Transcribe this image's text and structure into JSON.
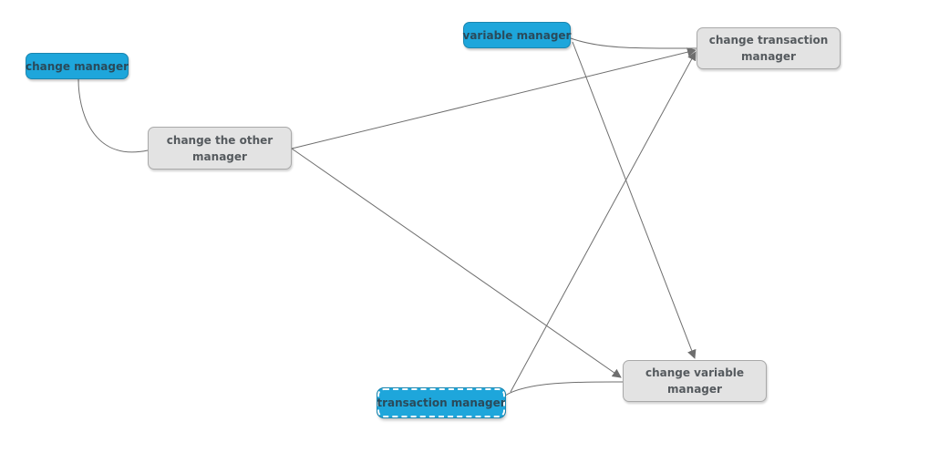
{
  "diagram": {
    "nodes": [
      {
        "id": "change-manager",
        "label": "change manager",
        "kind": "entity",
        "color": "#1ea6db",
        "selected": false
      },
      {
        "id": "variable-manager",
        "label": "variable manager",
        "kind": "entity",
        "color": "#1ea6db",
        "selected": false
      },
      {
        "id": "transaction-manager",
        "label": "transaction manager",
        "kind": "entity",
        "color": "#1ea6db",
        "selected": true
      },
      {
        "id": "change-the-other-manager",
        "label": "change the other manager",
        "kind": "process",
        "color": "#e3e3e3",
        "selected": false
      },
      {
        "id": "change-transaction-manager",
        "label": "change transaction manager",
        "kind": "process",
        "color": "#e3e3e3",
        "selected": false
      },
      {
        "id": "change-variable-manager",
        "label": "change variable manager",
        "kind": "process",
        "color": "#e3e3e3",
        "selected": false
      }
    ],
    "edges": [
      {
        "from": "change-manager",
        "to": "change-the-other-manager",
        "arrow": false
      },
      {
        "from": "variable-manager",
        "to": "change-transaction-manager",
        "arrow": false
      },
      {
        "from": "variable-manager",
        "to": "change-variable-manager",
        "arrow": true
      },
      {
        "from": "change-the-other-manager",
        "to": "change-transaction-manager",
        "arrow": true
      },
      {
        "from": "change-the-other-manager",
        "to": "change-variable-manager",
        "arrow": true
      },
      {
        "from": "transaction-manager",
        "to": "change-transaction-manager",
        "arrow": true
      },
      {
        "from": "transaction-manager",
        "to": "change-variable-manager",
        "arrow": false
      }
    ],
    "edge_color": "#6e6e6e"
  }
}
